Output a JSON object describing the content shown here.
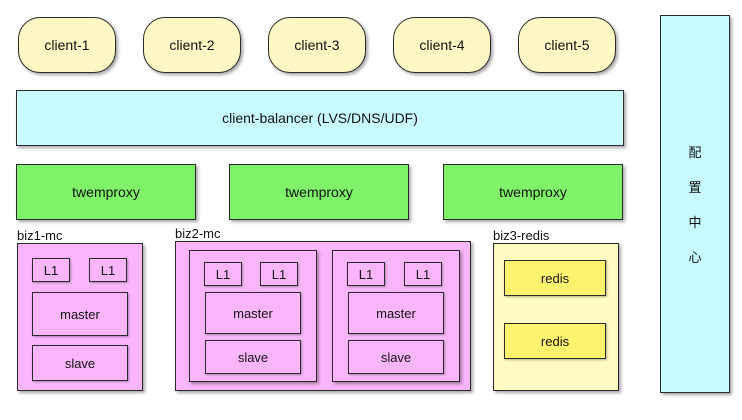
{
  "clients": [
    "client-1",
    "client-2",
    "client-3",
    "client-4",
    "client-5"
  ],
  "balancer": "client-balancer (LVS/DNS/UDF)",
  "proxies": [
    "twemproxy",
    "twemproxy",
    "twemproxy"
  ],
  "config_center": [
    "配",
    "置",
    "中",
    "心"
  ],
  "biz1": {
    "label": "biz1-mc",
    "l1": [
      "L1",
      "L1"
    ],
    "master": "master",
    "slave": "slave"
  },
  "biz2": {
    "label": "biz2-mc",
    "shards": [
      {
        "l1": [
          "L1",
          "L1"
        ],
        "master": "master",
        "slave": "slave"
      },
      {
        "l1": [
          "L1",
          "L1"
        ],
        "master": "master",
        "slave": "slave"
      }
    ]
  },
  "biz3": {
    "label": "biz3-redis",
    "nodes": [
      "redis",
      "redis"
    ]
  },
  "colors": {
    "client": "#fff8c4",
    "balancer": "#c8fbff",
    "proxy": "#7ff26a",
    "mc": "#fbb6fb",
    "redis_group": "#fffbc0",
    "redis_node": "#fff36e"
  }
}
